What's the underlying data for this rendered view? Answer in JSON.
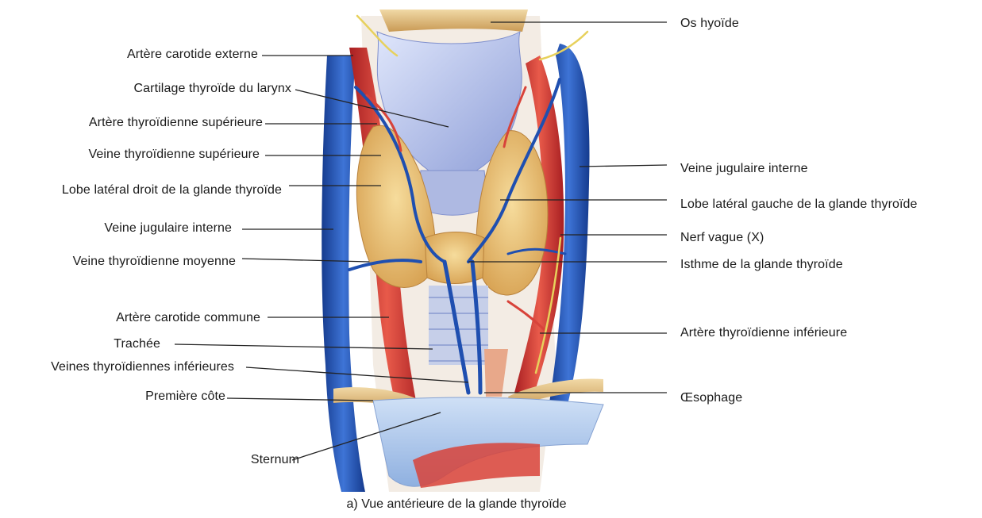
{
  "figure": {
    "caption": "a) Vue antérieure de la glande thyroïde"
  },
  "labels_left": [
    {
      "id": "carotide-externe",
      "text": "Artère carotide externe"
    },
    {
      "id": "cartilage-thyroide",
      "text": "Cartilage thyroïde du larynx"
    },
    {
      "id": "artere-thyroidienne-sup",
      "text": "Artère thyroïdienne supérieure"
    },
    {
      "id": "veine-thyroidienne-sup",
      "text": "Veine thyroïdienne supérieure"
    },
    {
      "id": "lobe-droit",
      "text": "Lobe latéral droit de la glande thyroïde"
    },
    {
      "id": "jugulaire-gauche-label",
      "text": "Veine jugulaire interne"
    },
    {
      "id": "veine-thyroidienne-moy",
      "text": "Veine thyroïdienne moyenne"
    },
    {
      "id": "carotide-commune",
      "text": "Artère carotide commune"
    },
    {
      "id": "trachee",
      "text": "Trachée"
    },
    {
      "id": "veines-thyroidiennes-inf",
      "text": "Veines thyroïdiennes inférieures"
    },
    {
      "id": "premiere-cote",
      "text": "Première côte"
    },
    {
      "id": "sternum",
      "text": "Sternum"
    }
  ],
  "labels_right": [
    {
      "id": "os-hyoide",
      "text": "Os hyoïde"
    },
    {
      "id": "jugulaire-droite-label",
      "text": "Veine jugulaire interne"
    },
    {
      "id": "lobe-gauche",
      "text": "Lobe latéral gauche de la glande thyroïde"
    },
    {
      "id": "nerf-vague",
      "text": "Nerf vague (X)"
    },
    {
      "id": "isthme",
      "text": "Isthme de la glande thyroïde"
    },
    {
      "id": "artere-thyroidienne-inf",
      "text": "Artère thyroïdienne inférieure"
    },
    {
      "id": "oesophage",
      "text": "Œsophage"
    }
  ],
  "colors": {
    "vein": "#1f4fb0",
    "artery": "#d8433a",
    "gland": "#e9c37a",
    "cartilage": "#b9c3e6",
    "bone": "#e4c48a",
    "nerve": "#e7d15c"
  }
}
